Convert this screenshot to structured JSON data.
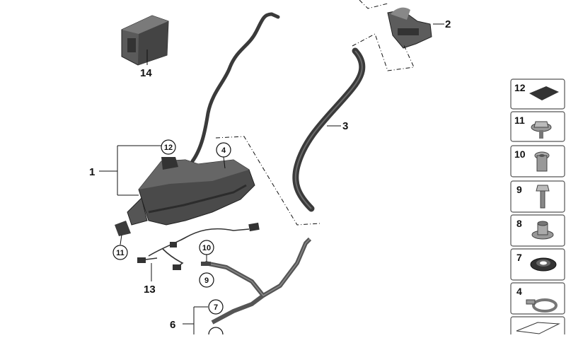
{
  "callouts": {
    "part_1": "1",
    "part_2": "2",
    "part_3": "3",
    "part_13": "13",
    "part_14": "14",
    "part_6": "6",
    "circle_12": "12",
    "circle_4": "4",
    "circle_11": "11",
    "circle_10": "10",
    "circle_9": "9",
    "circle_7": "7"
  },
  "sidebar": {
    "items": [
      {
        "number": "12",
        "icon": "rubber-pad-icon"
      },
      {
        "number": "11",
        "icon": "hex-flange-bolt-icon"
      },
      {
        "number": "10",
        "icon": "spacer-sleeve-icon"
      },
      {
        "number": "9",
        "icon": "bolt-icon"
      },
      {
        "number": "8",
        "icon": "bushing-icon"
      },
      {
        "number": "7",
        "icon": "grommet-icon"
      },
      {
        "number": "4",
        "icon": "hose-clamp-icon"
      }
    ]
  },
  "colors": {
    "tank": "#4a4a4a",
    "tank_dark": "#2c2c2c",
    "hose": "#3a3a3a",
    "line": "#111111",
    "sidebar_border": "#555555"
  }
}
